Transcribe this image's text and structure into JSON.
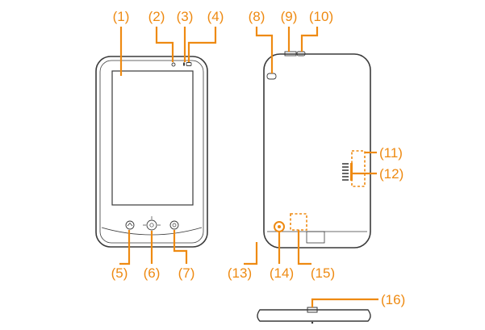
{
  "callouts": {
    "c1": "(1)",
    "c2": "(2)",
    "c3": "(3)",
    "c4": "(4)",
    "c5": "(5)",
    "c6": "(6)",
    "c7": "(7)",
    "c8": "(8)",
    "c9": "(9)",
    "c10": "(10)",
    "c11": "(11)",
    "c12": "(12)",
    "c13": "(13)",
    "c14": "(14)",
    "c15": "(15)",
    "c16": "(16)"
  },
  "colors": {
    "accent": "#ee8a12",
    "outline": "#3a3a3a",
    "background": "#ffffff"
  }
}
